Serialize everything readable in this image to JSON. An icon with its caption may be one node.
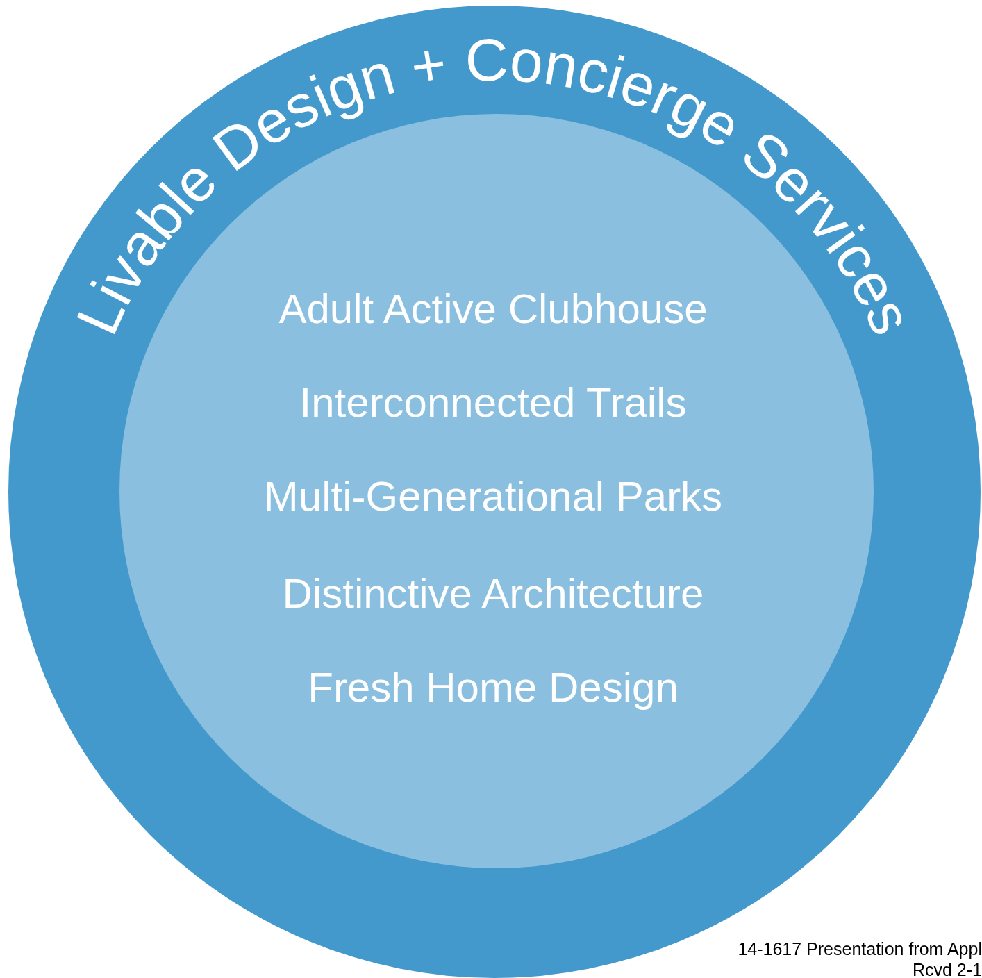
{
  "diagram": {
    "nodes": [
      {
        "text": [
          "Livable Design + Concierge Services"
        ]
      },
      {
        "text": [
          "Adult Active Clubhouse",
          "Interconnected Trails",
          "Multi-Generational Parks",
          "Distinctive Architecture",
          "Fresh Home Design"
        ],
        "in": 0
      }
    ],
    "labels": [
      "14-1617 Presentation from Appl",
      "Rcvd 2-1"
    ]
  }
}
